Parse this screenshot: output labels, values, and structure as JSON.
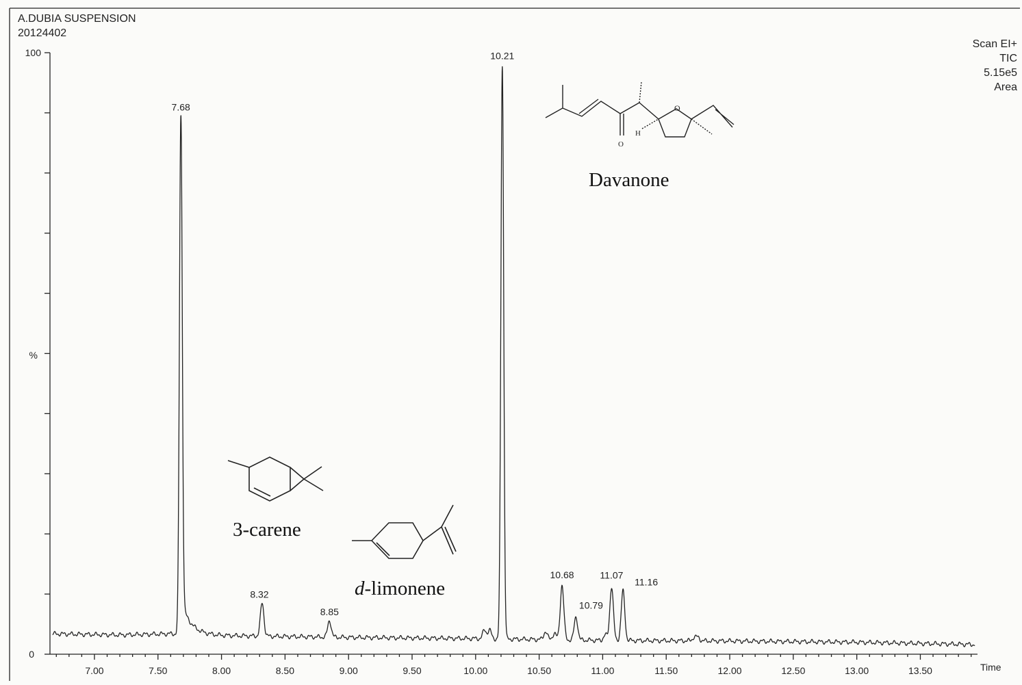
{
  "header": {
    "sample_name": "A.DUBIA SUSPENSION",
    "sample_id": "20124402",
    "scan": "Scan EI+",
    "mode": "TIC",
    "intensity": "5.15e5",
    "area": "Area"
  },
  "chart_data": {
    "type": "line",
    "title": "A.DUBIA SUSPENSION",
    "xlabel": "Time",
    "ylabel": "%",
    "xlim": [
      6.65,
      13.95
    ],
    "ylim": [
      0,
      100
    ],
    "x_ticks": [
      "7.00",
      "7.50",
      "8.00",
      "8.50",
      "9.00",
      "9.50",
      "10.00",
      "10.50",
      "11.00",
      "11.50",
      "12.00",
      "12.50",
      "13.00",
      "13.50"
    ],
    "y_ticks": [
      "0",
      "%",
      "100"
    ],
    "baseline": [
      [
        6.65,
        3.4
      ],
      [
        7.2,
        3.2
      ],
      [
        7.6,
        3.4
      ],
      [
        8.0,
        3.1
      ],
      [
        9.0,
        2.8
      ],
      [
        10.0,
        2.6
      ],
      [
        11.0,
        2.3
      ],
      [
        12.0,
        2.2
      ],
      [
        13.0,
        2.0
      ],
      [
        13.95,
        1.6
      ]
    ],
    "peaks": [
      {
        "rt": 7.68,
        "height": 89.5,
        "label": "7.68",
        "tail": 6.0
      },
      {
        "rt": 8.32,
        "height": 8.5,
        "label": "8.32"
      },
      {
        "rt": 8.85,
        "height": 5.6,
        "label": "8.85"
      },
      {
        "rt": 10.21,
        "height": 98.0,
        "label": "10.21"
      },
      {
        "rt": 10.68,
        "height": 11.5,
        "label": "10.68"
      },
      {
        "rt": 10.79,
        "height": 6.2,
        "label": "10.79"
      },
      {
        "rt": 11.07,
        "height": 11.2,
        "label": "11.07"
      },
      {
        "rt": 11.16,
        "height": 10.5,
        "label": "11.16"
      }
    ],
    "minor_peaks": [
      {
        "rt": 10.07,
        "height": 4.0
      },
      {
        "rt": 10.11,
        "height": 4.0
      },
      {
        "rt": 10.55,
        "height": 3.8
      },
      {
        "rt": 10.62,
        "height": 3.5
      },
      {
        "rt": 11.02,
        "height": 3.2
      },
      {
        "rt": 11.72,
        "height": 2.8
      },
      {
        "rt": 11.75,
        "height": 2.8
      }
    ],
    "annotations": [
      {
        "compound": "Davanone",
        "peak": "10.21"
      },
      {
        "compound": "3-carene",
        "peak": "8.32"
      },
      {
        "compound": "limonene",
        "prefix": "d",
        "sep": "-",
        "peak": "8.85"
      }
    ]
  }
}
